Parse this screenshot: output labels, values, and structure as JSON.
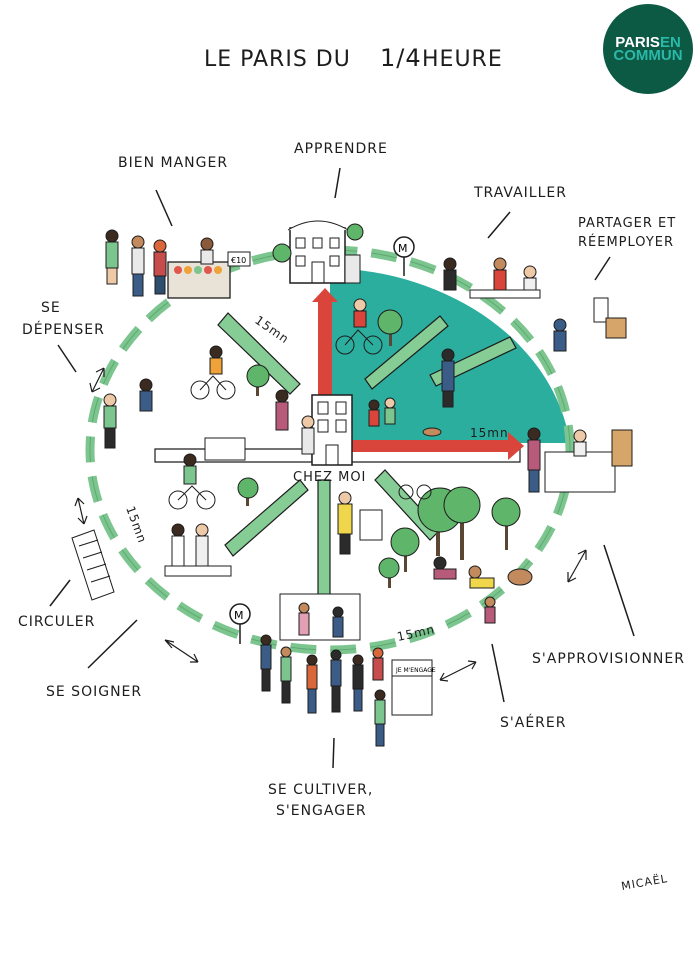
{
  "title": {
    "main": "LE PARIS DU",
    "fraction": "1/4",
    "suffix": "HEURE"
  },
  "logo": {
    "part1": "PARIS",
    "part2": "EN",
    "part3": "COMMUN"
  },
  "center_label": "CHEZ MOI",
  "distance_label": "15mn",
  "activities": {
    "bien_manger": "BIEN MANGER",
    "apprendre": "APPRENDRE",
    "travailler": "TRAVAILLER",
    "partager_1": "PARTAGER ET",
    "partager_2": "RÉEMPLOYER",
    "se_depenser_1": "SE",
    "se_depenser_2": "DÉPENSER",
    "circuler": "CIRCULER",
    "se_soigner": "SE SOIGNER",
    "s_approvisionner": "S'APPROVISIONNER",
    "s_aerer": "S'AÉRER",
    "se_cultiver_1": "SE CULTIVER,",
    "se_cultiver_2": "S'ENGAGER"
  },
  "signs": {
    "metro": "M",
    "price": "€10",
    "ballot": "JE M'ENGAGE"
  },
  "signature": "MICAËL",
  "colors": {
    "teal": "#2bae9e",
    "arrow_red": "#d9453a",
    "ring_green": "#7cc58e",
    "logo_green": "#0c5a44"
  }
}
